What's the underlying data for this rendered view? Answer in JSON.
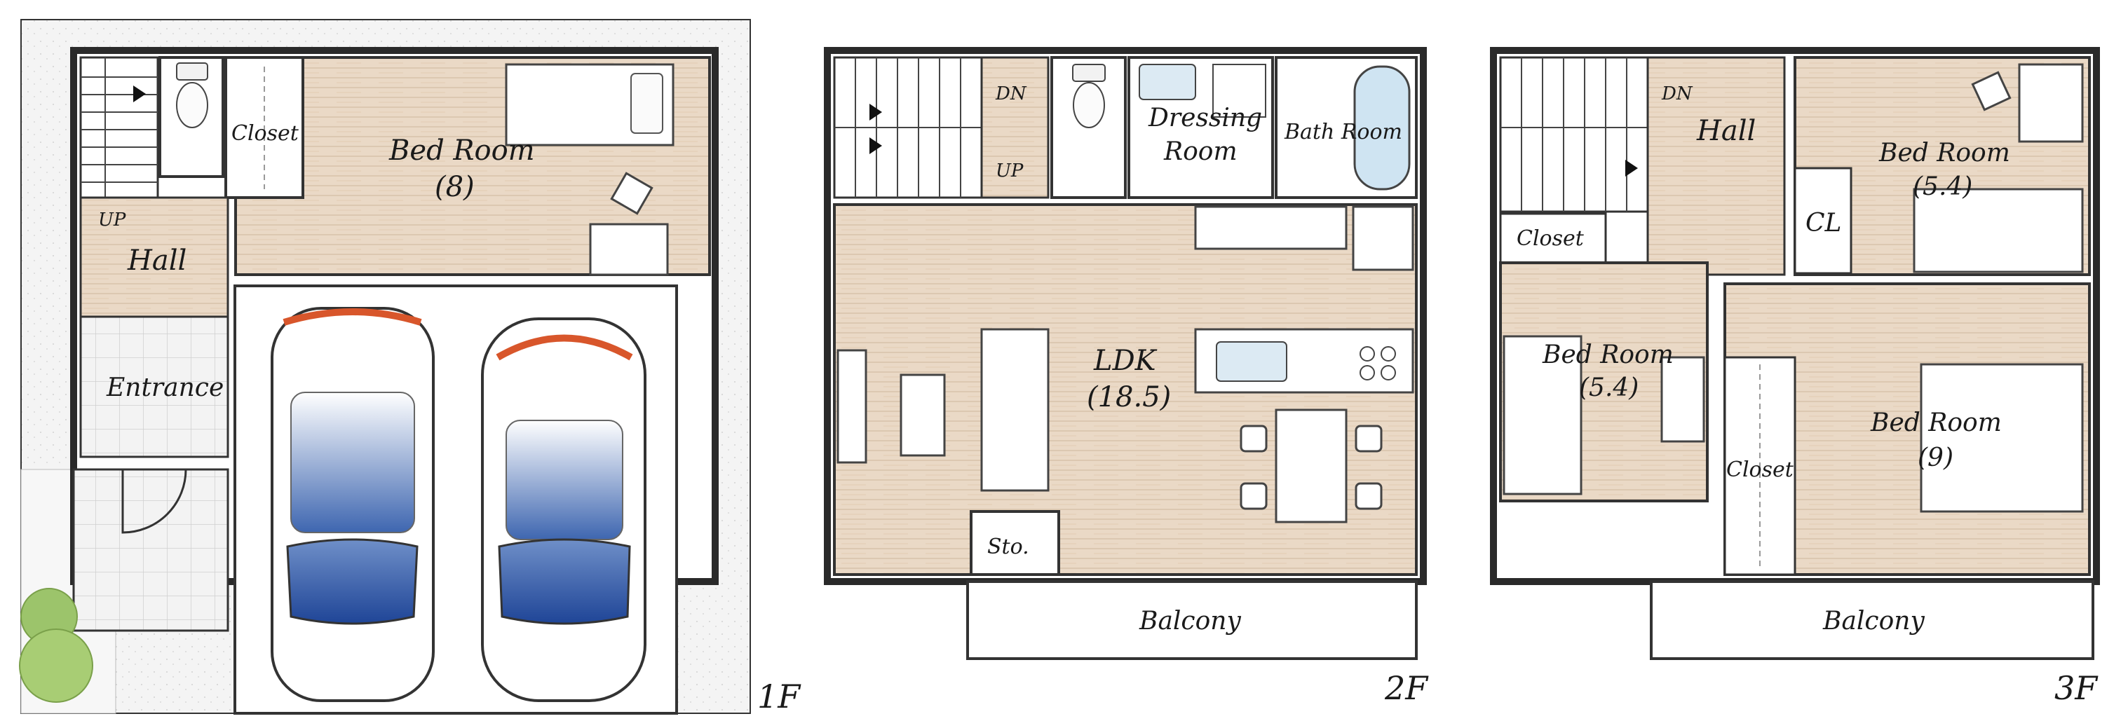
{
  "floors": [
    {
      "label": "1F",
      "rooms": {
        "closet": "Closet",
        "bed_room": "Bed Room",
        "bed_room_size": "(8)",
        "hall": "Hall",
        "entrance": "Entrance",
        "up": "UP"
      }
    },
    {
      "label": "2F",
      "rooms": {
        "dn": "DN",
        "up": "UP",
        "dressing_1": "Dressing",
        "dressing_2": "Room",
        "bath_room": "Bath Room",
        "ldk": "LDK",
        "ldk_size": "(18.5)",
        "storage": "Sto.",
        "balcony": "Balcony"
      }
    },
    {
      "label": "3F",
      "rooms": {
        "dn": "DN",
        "hall": "Hall",
        "bed_room_a": "Bed Room",
        "bed_room_a_size": "(5.4)",
        "cl": "CL",
        "closet_a": "Closet",
        "bed_room_b": "Bed Room",
        "bed_room_b_size": "(5.4)",
        "closet_b": "Closet",
        "bed_room_c": "Bed Room",
        "bed_room_c_size": "(9)",
        "balcony": "Balcony"
      }
    }
  ],
  "colors": {
    "wall": "#2a2a2a",
    "wood_floor": "#e9dccd",
    "grey_floor": "#efefef",
    "lot": "#f2f2f2",
    "car_glass": "#2f58a6",
    "car_light": "#d8562b",
    "tree": "#9cc46b",
    "bathtub": "#cfe4f2"
  }
}
